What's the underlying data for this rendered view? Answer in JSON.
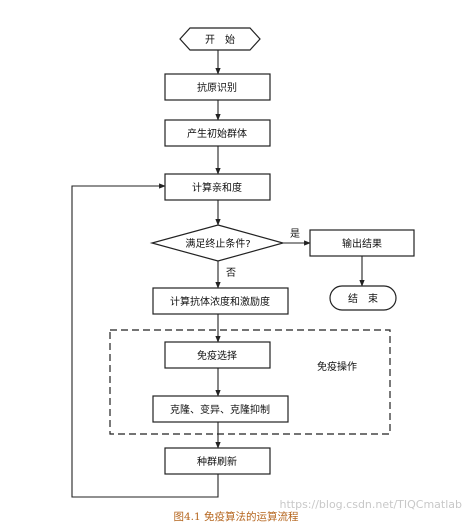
{
  "flowchart": {
    "start": "开　始",
    "antigen": "抗原识别",
    "init_pop": "产生初始群体",
    "affinity": "计算亲和度",
    "condition": "满足终止条件?",
    "yes": "是",
    "no": "否",
    "output": "输出结果",
    "end": "结　束",
    "concentration": "计算抗体浓度和激励度",
    "immune_select": "免疫选择",
    "clone_ops": "克隆、变异、克隆抑制",
    "immune_ops_label": "免疫操作",
    "refresh": "种群刷新"
  },
  "caption": {
    "text": "图4.1  免疫算法的运算流程",
    "color": "#b5651d"
  },
  "watermark": "https://blog.csdn.net/TIQCmatlab"
}
